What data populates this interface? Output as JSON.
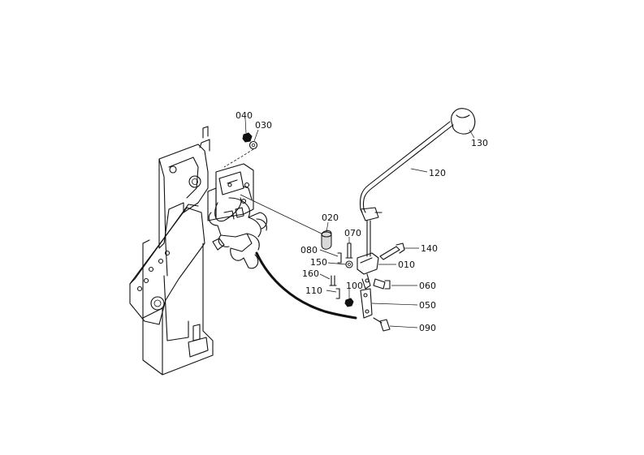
{
  "diagram": {
    "colors": {
      "ink": "#111111",
      "shade": "#d9d9d9",
      "background": "#ffffff"
    },
    "callouts": {
      "p010": "010",
      "p020": "020",
      "p030": "030",
      "p040": "040",
      "p050": "050",
      "p060": "060",
      "p070": "070",
      "p080": "080",
      "p090": "090",
      "p100": "100",
      "p110": "110",
      "p120": "120",
      "p130": "130",
      "p140": "140",
      "p150": "150",
      "p160": "160"
    }
  }
}
